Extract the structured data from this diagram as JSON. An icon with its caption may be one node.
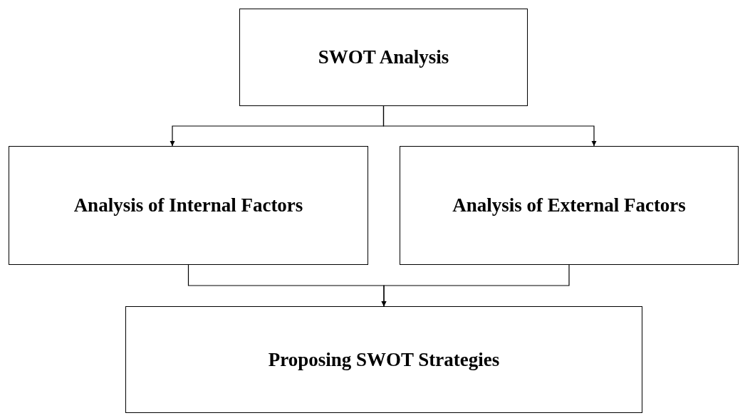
{
  "diagram": {
    "nodes": [
      {
        "text": [
          "SWOT Analysis"
        ]
      },
      {
        "text": [
          "Analysis of Internal Factors"
        ]
      },
      {
        "text": [
          "Analysis of External Factors"
        ]
      },
      {
        "text": [
          "Proposing SWOT Strategies"
        ]
      }
    ],
    "edges": [
      {
        "from": 0,
        "to": 1,
        "arrow": "to"
      },
      {
        "from": 0,
        "to": 2,
        "arrow": "to"
      },
      {
        "from": 1,
        "to": 3,
        "arrow": "to"
      },
      {
        "from": 2,
        "to": 3,
        "arrow": "to"
      }
    ]
  }
}
